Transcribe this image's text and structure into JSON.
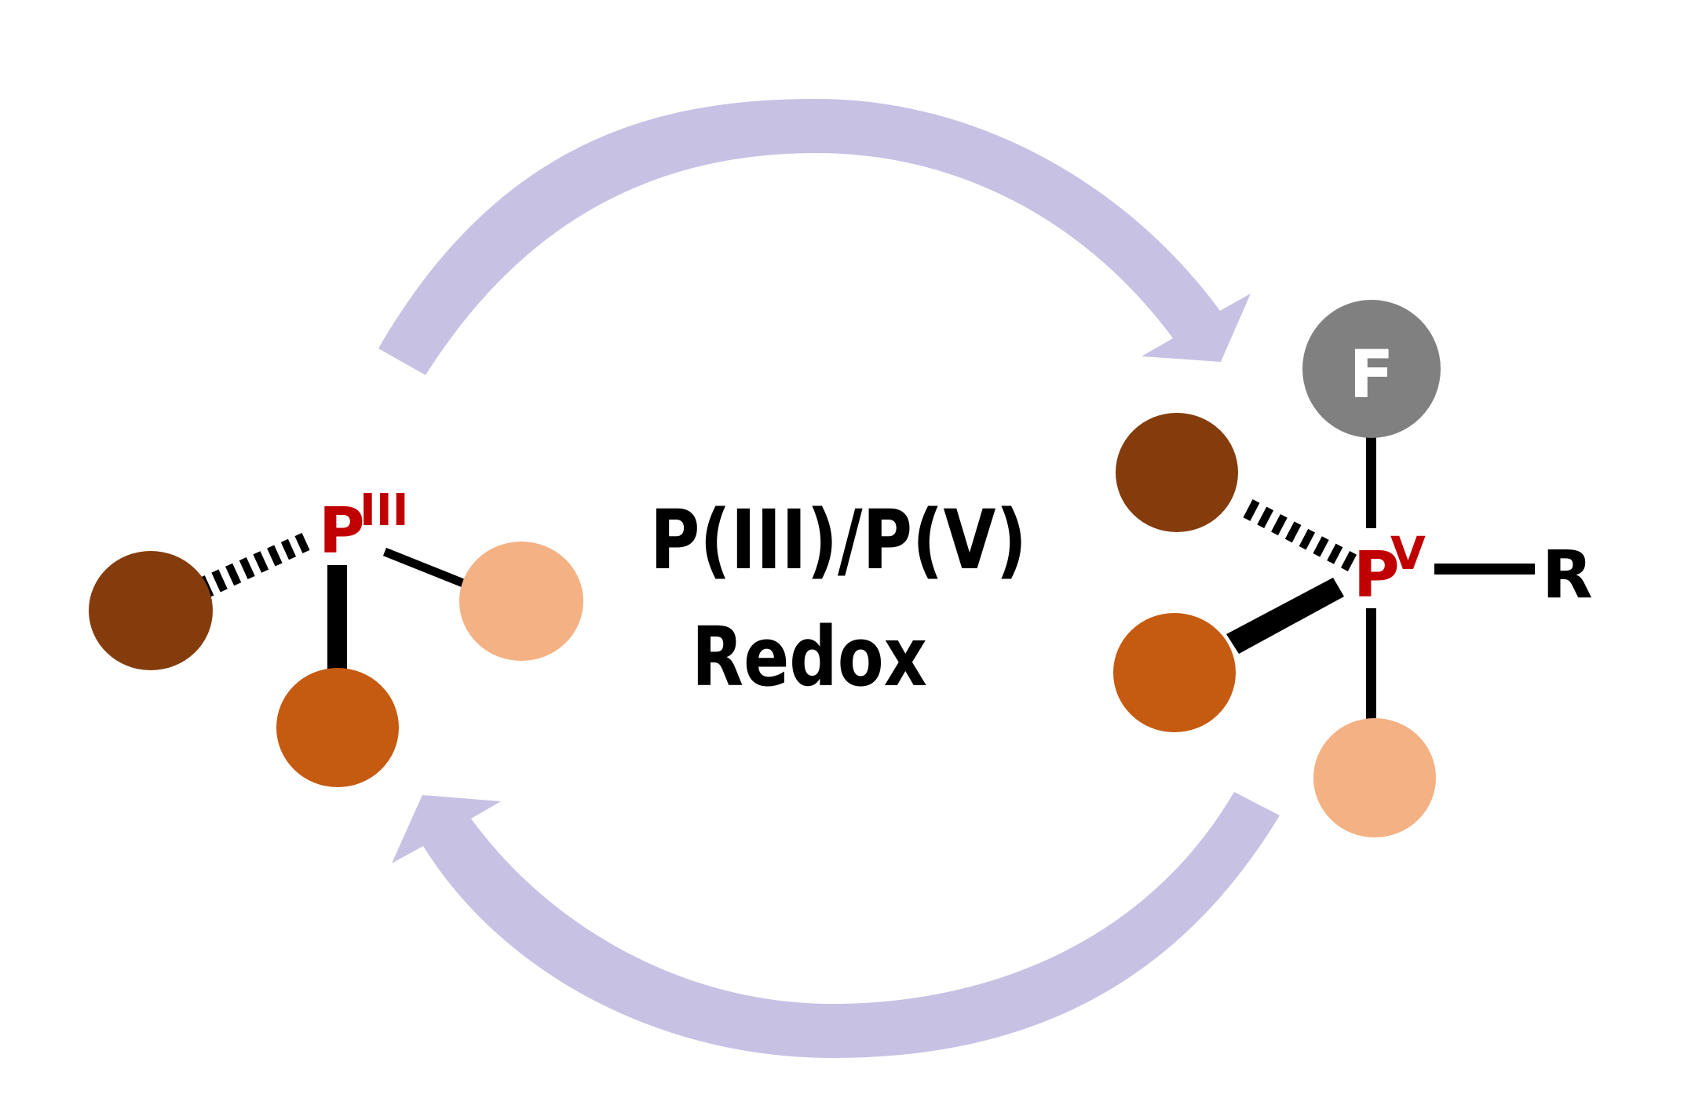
{
  "title": {
    "line1": "P(III)/P(V)",
    "line2": "Redox"
  },
  "left_molecule": {
    "center_atom": "P",
    "oxidation_state": "III",
    "substituents": [
      "dark-brown",
      "orange",
      "peach"
    ]
  },
  "right_molecule": {
    "center_atom": "P",
    "oxidation_state": "V",
    "fluorine_label": "F",
    "r_group_label": "R",
    "substituents": [
      "dark-brown",
      "orange",
      "peach"
    ]
  },
  "arrows": {
    "top": "P(III) to P(V)",
    "bottom": "P(V) to P(III)"
  },
  "colors": {
    "arrow": "#C7C1E4",
    "phosphorus_label": "#C00000",
    "dark_brown": "#843C0C",
    "orange": "#C55A11",
    "peach": "#F4B183",
    "fluorine": "#808080",
    "bond": "#000000",
    "text": "#000000"
  }
}
